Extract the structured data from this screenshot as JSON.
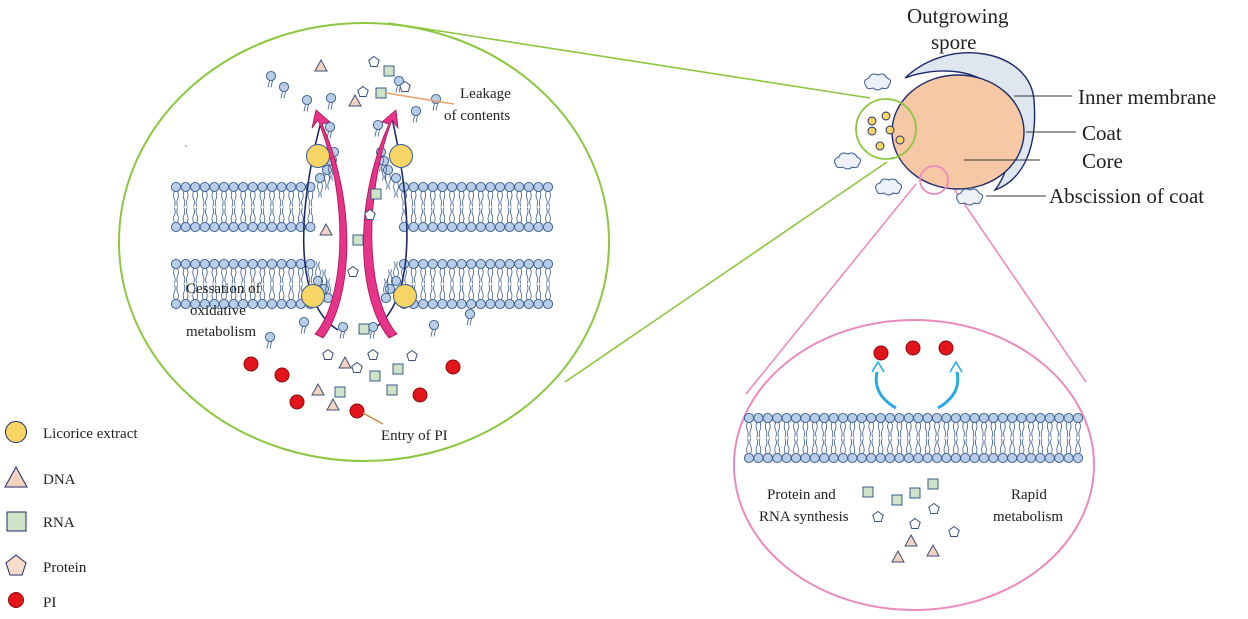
{
  "labels": {
    "outgrowing_spore_line1": "Outgrowing",
    "outgrowing_spore_line2": "spore",
    "inner_membrane": "Inner membrane",
    "coat": "Coat",
    "core": "Core",
    "abscission_of_coat": "Abscission of coat",
    "leakage_line1": "Leakage",
    "leakage_line2": "of contents",
    "cessation_line1": "Cessation of",
    "cessation_line2": "oxidative",
    "cessation_line3": "metabolism",
    "entry_of_pi": "Entry of PI",
    "protein_rna_line1": "Protein and",
    "protein_rna_line2": "RNA synthesis",
    "rapid_line1": "Rapid",
    "rapid_line2": "metabolism"
  },
  "legend": [
    {
      "label": "Licorice extract",
      "icon": "yellow-circle-icon"
    },
    {
      "label": "DNA",
      "icon": "triangle-icon"
    },
    {
      "label": "RNA",
      "icon": "green-square-icon"
    },
    {
      "label": "Protein",
      "icon": "pentagon-icon"
    },
    {
      "label": "PI",
      "icon": "red-circle-icon"
    }
  ],
  "colors": {
    "green_zoom": "#8dc63f",
    "pink_zoom": "#e98bbd",
    "lipid_head": "#b7cde8",
    "lipid_stroke": "#3b5b8c",
    "licorice": "#f7d564",
    "dna": "#f3d2c0",
    "rna": "#cfe3c9",
    "protein": "#ffffff",
    "pi": "#e3141c",
    "spore_core": "#f7c8a6",
    "spore_coat": "#dfe6f0",
    "magenta_arrow": "#e8338a",
    "navy_arrow": "#1e2b6b",
    "blue_arrow": "#29abe2"
  }
}
